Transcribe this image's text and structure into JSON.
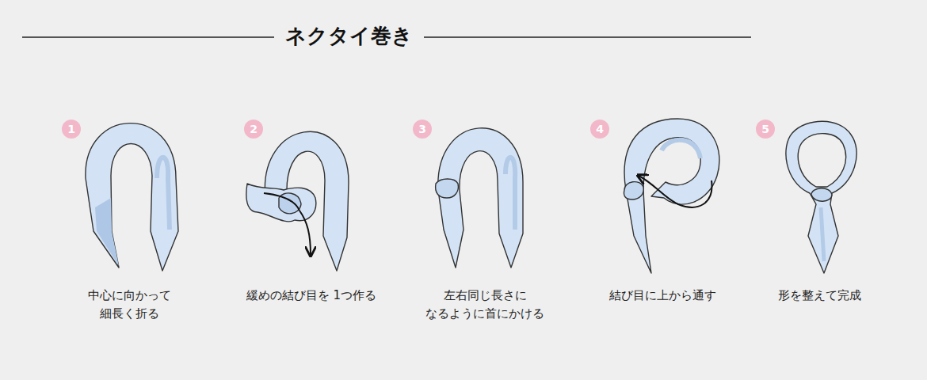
{
  "diagram": {
    "title": "ネクタイ巻き",
    "nodes": [
      {
        "text": [
          "1"
        ]
      },
      {
        "text": [
          "2"
        ]
      },
      {
        "text": [
          "3"
        ]
      },
      {
        "text": [
          "4"
        ]
      },
      {
        "text": [
          "5"
        ]
      }
    ],
    "labels": [
      "中心に向かって 細長く折る",
      "緩めの結び目を 1つ作る",
      "左右同じ長さに なるように首にかける",
      "結び目に上から通す",
      "形を整えて完成"
    ]
  }
}
